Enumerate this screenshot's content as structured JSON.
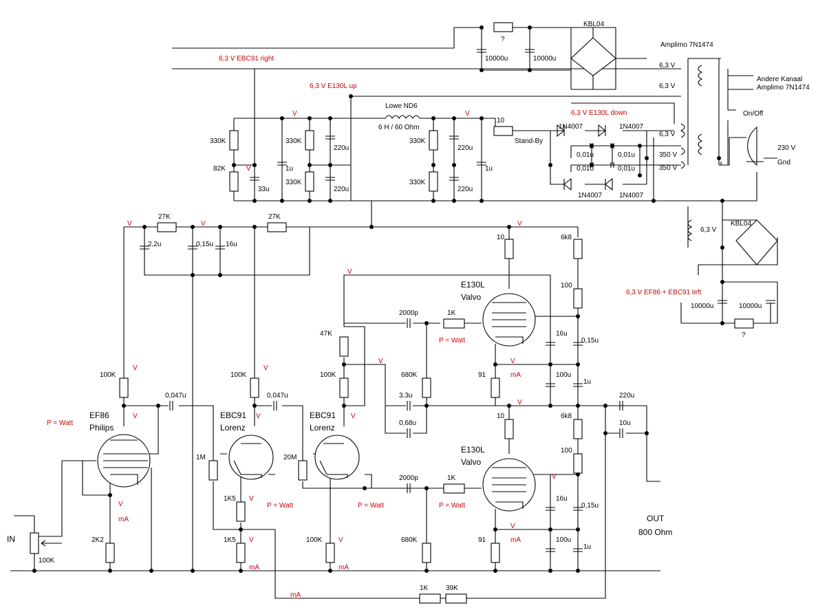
{
  "colors": {
    "line": "#000000",
    "annotation": "#cc0000",
    "background": "#ffffff"
  },
  "rails": {
    "heater_ebc91_right": "6,3 V  EBC91 right",
    "heater_e130l_up": "6,3 V  E130L up",
    "heater_e130l_down": "6,3 V  E130L down",
    "heater_ef86_ebc91_left": "6,3 V  EF86 + EBC91 left"
  },
  "power_supply": {
    "bridge_top": "KBL04",
    "bridge_bottom": "KBL04",
    "resistor_unknown": "?",
    "cap_10000u": "10000u",
    "transformer_main": "Amplimo 7N1474",
    "transformer_other": "Andere Kanaal",
    "transformer_other_model": "Amplimo 7N1474",
    "tap_6v3": "6,3 V",
    "tap_350v": "350 V",
    "mains": "230 V",
    "gnd": "Gnd",
    "switch": "On/Off",
    "standby": "Stand-By",
    "choke_name": "Lowe ND6",
    "choke_spec": "6 H / 60 Ohm",
    "diode": "1N4007",
    "cap_001u": "0,01u",
    "res_10": "10",
    "res_330k": "330K",
    "res_82k": "82K",
    "cap_1u": "1u",
    "cap_33u": "33u",
    "cap_220u": "220u"
  },
  "stages": {
    "res_27k": "27K",
    "cap_22u": "2,2u",
    "cap_015u": "0,15u",
    "cap_16u": "16u",
    "res_100k": "100K",
    "cap_0047u": "0,047u",
    "res_47k": "47K",
    "res_680k": "680K",
    "cap_2000p": "2000p",
    "res_1k": "1K",
    "res_1m": "1M",
    "res_20m": "20M",
    "res_1k5": "1K5",
    "res_2k2": "2K2",
    "res_91": "91",
    "res_10": "10",
    "res_6k8": "6k8",
    "res_100": "100",
    "cap_100u": "100u",
    "cap_1u": "1u",
    "cap_33u": "3,3u",
    "cap_068u": "0,68u",
    "cap_220u": "220u",
    "cap_10u": "10u",
    "res_39k": "39K",
    "pot_100k": "100K"
  },
  "tubes": {
    "ef86": {
      "type": "EF86",
      "brand": "Philips"
    },
    "ebc91_left": {
      "type": "EBC91",
      "brand": "Lorenz"
    },
    "ebc91_right": {
      "type": "EBC91",
      "brand": "Lorenz"
    },
    "e130l_top": {
      "type": "E130L",
      "brand": "Valvo"
    },
    "e130l_bottom": {
      "type": "E130L",
      "brand": "Valvo"
    }
  },
  "io": {
    "input": "IN",
    "output": "OUT",
    "output_impedance": "800 Ohm"
  },
  "annotations": {
    "volt": "V",
    "milliamp": "mA",
    "power": "P =  Watt"
  }
}
